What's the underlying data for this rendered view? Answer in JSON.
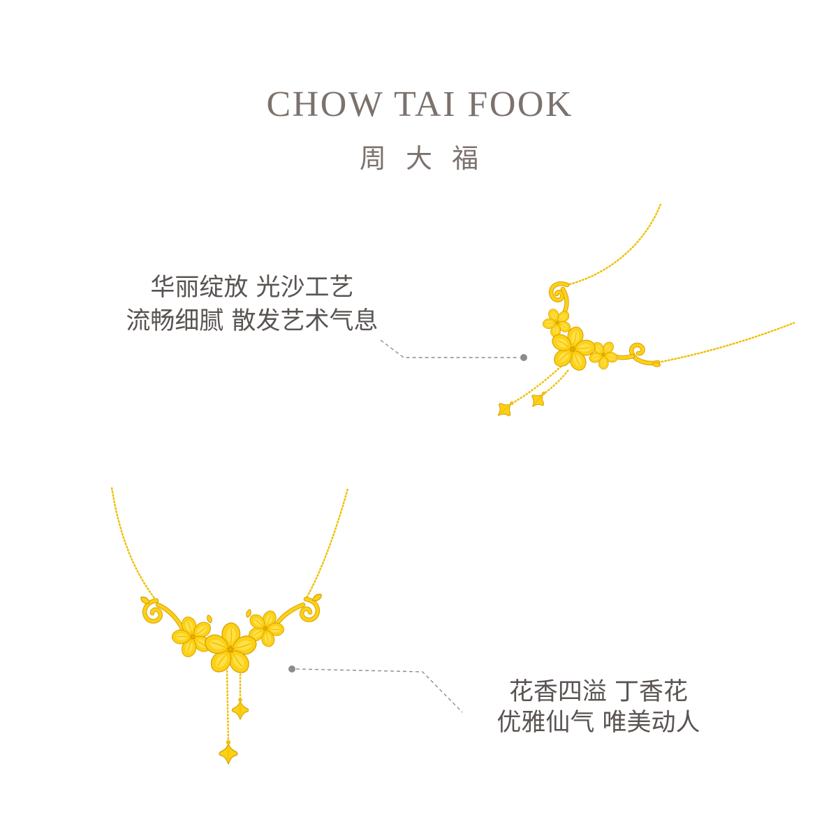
{
  "brand": {
    "name_en": "CHOW TAI FOOK",
    "name_zh": "周 大 福"
  },
  "callouts": [
    {
      "lines": [
        "华丽绽放 光沙工艺",
        "流畅细腻 散发艺术气息"
      ]
    },
    {
      "lines": [
        "花香四溢 丁香花",
        "优雅仙气 唯美动人"
      ]
    }
  ],
  "colors": {
    "background": "#ffffff",
    "brand_text": "#7b716d",
    "callout_text": "#595452",
    "leader_line": "#8c8c8c",
    "gold": "#fcd116",
    "gold_mid": "#f3c100",
    "gold_shadow": "#d9a000",
    "chain": "#efbe00"
  }
}
